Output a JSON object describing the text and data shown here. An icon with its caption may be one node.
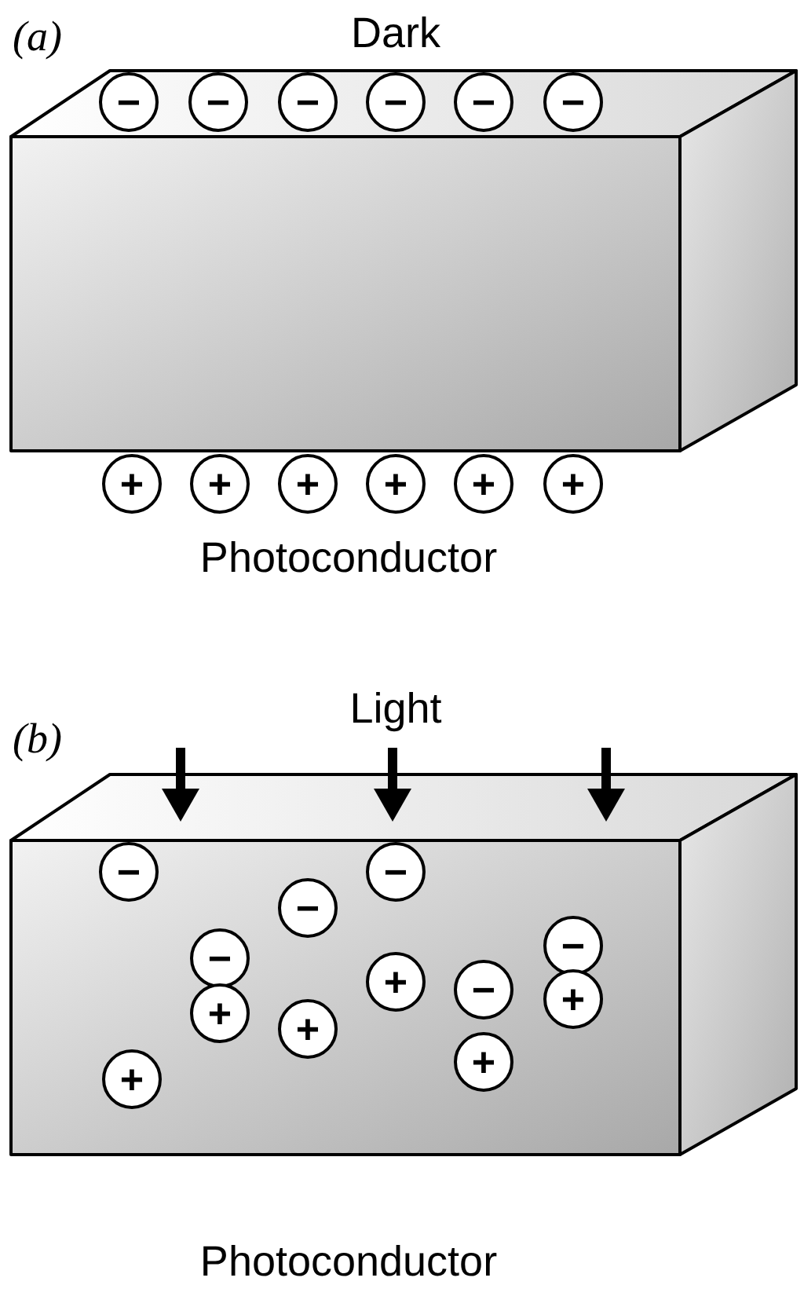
{
  "diagram": {
    "nodes": [
      {
        "text": [
          "−"
        ]
      },
      {
        "text": [
          "−"
        ]
      },
      {
        "text": [
          "−"
        ]
      },
      {
        "text": [
          "−"
        ]
      },
      {
        "text": [
          "−"
        ]
      },
      {
        "text": [
          "−"
        ]
      },
      {
        "text": [
          "+"
        ]
      },
      {
        "text": [
          "+"
        ]
      },
      {
        "text": [
          "+"
        ]
      },
      {
        "text": [
          "+"
        ]
      },
      {
        "text": [
          "+"
        ]
      },
      {
        "text": [
          "+"
        ]
      },
      {
        "text": [
          "−"
        ]
      },
      {
        "text": [
          "−"
        ]
      },
      {
        "text": [
          "−"
        ]
      },
      {
        "text": [
          "−"
        ]
      },
      {
        "text": [
          "−"
        ]
      },
      {
        "text": [
          "+"
        ]
      },
      {
        "text": [
          "−"
        ]
      },
      {
        "text": [
          "+"
        ]
      },
      {
        "text": [
          "+"
        ]
      },
      {
        "text": [
          "+"
        ]
      },
      {
        "text": [
          "+"
        ]
      },
      {
        "text": [
          "+"
        ]
      }
    ],
    "labels": [
      "(a)",
      "Dark",
      "Photoconductor",
      "Light",
      "(b)",
      "Photoconductor"
    ]
  }
}
